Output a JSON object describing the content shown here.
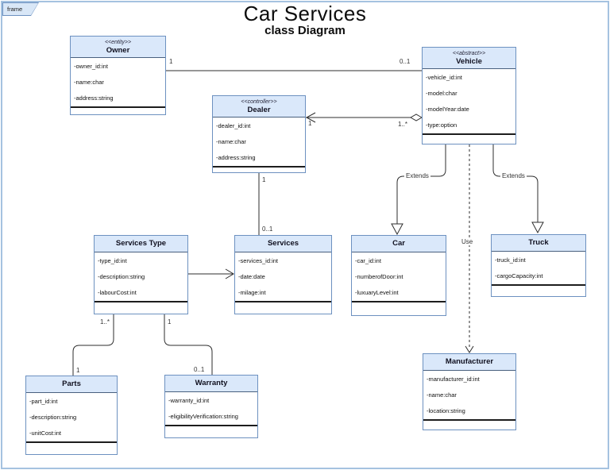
{
  "frame": {
    "label": "frame"
  },
  "title": "Car Services",
  "subtitle": "class Diagram",
  "classes": [
    {
      "stereotype": "<<entity>>",
      "name": "Owner",
      "attributes": [
        "-owner_id:int",
        "-name:char",
        "-address:string"
      ]
    },
    {
      "stereotype": "<<abstract>>",
      "name": "Vehicle",
      "attributes": [
        "-vehicle_id:int",
        "-model:char",
        "-modelYear:date",
        "-type:option"
      ]
    },
    {
      "stereotype": "<<controller>>",
      "name": "Dealer",
      "attributes": [
        "-dealer_id:int",
        "-name:char",
        "-address:string"
      ]
    },
    {
      "name": "Services Type",
      "attributes": [
        "-type_id:int",
        "-description:string",
        "-labourCost:int"
      ]
    },
    {
      "name": "Services",
      "attributes": [
        "-services_id:int",
        "-date:date",
        "-milage:int"
      ]
    },
    {
      "name": "Car",
      "attributes": [
        "-car_id:int",
        "-numberofDoor:int",
        "-luxuaryLevel:int"
      ]
    },
    {
      "name": "Truck",
      "attributes": [
        "-truck_id:int",
        "-cargoCapacity:int"
      ]
    },
    {
      "name": "Parts",
      "attributes": [
        "-part_id:int",
        "-description:string",
        "-unitCost:int"
      ]
    },
    {
      "name": "Warranty",
      "attributes": [
        "-warranty_id:int",
        "-eligibilityVerification:string"
      ]
    },
    {
      "name": "Manufacturer",
      "attributes": [
        "-manufacturer_id:int",
        "-name:char",
        "-location:string"
      ]
    }
  ],
  "edge_labels": {
    "extends_car": "Extends",
    "extends_truck": "Extends",
    "use": "Use"
  },
  "multiplicities": {
    "owner_end": "1",
    "vehicle_at_owner": "0..1",
    "dealer_end": "1",
    "vehicle_at_dealer": "1..*",
    "dealer_services_top": "1",
    "dealer_services_bottom": "0..1",
    "servicestype_parts_top": "1..*",
    "servicestype_warranty_top": "1",
    "parts_end": "1",
    "warranty_end": "0..1"
  },
  "colors": {
    "class_header_fill": "#dae8fa",
    "class_border": "#6d91c0",
    "frame_border": "#a5c2e0",
    "line": "#2e2e2e"
  }
}
